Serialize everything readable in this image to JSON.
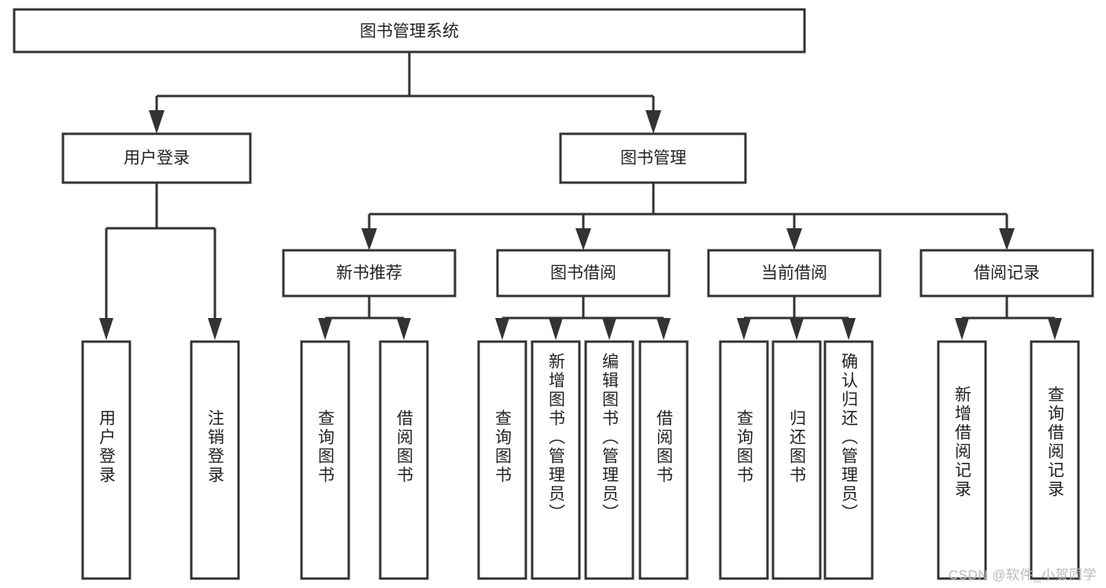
{
  "diagram": {
    "title": "图书管理系统",
    "type": "tree-hierarchy-chart",
    "watermark": "CSDN @软件_小贺同学",
    "colors": {
      "stroke": "#333333",
      "fill": "#ffffff",
      "text": "#222222",
      "watermark": "#b9b9b9"
    },
    "levels": {
      "root": {
        "label": "图书管理系统"
      },
      "level2": [
        {
          "label": "用户登录"
        },
        {
          "label": "图书管理"
        }
      ],
      "level3": [
        {
          "label": "新书推荐"
        },
        {
          "label": "图书借阅"
        },
        {
          "label": "当前借阅"
        },
        {
          "label": "借阅记录"
        }
      ]
    },
    "leaves": {
      "user_login": [
        {
          "label": "用户登录"
        },
        {
          "label": "注销登录"
        }
      ],
      "new_book_recommend": [
        {
          "label": "查询图书"
        },
        {
          "label": "借阅图书"
        }
      ],
      "book_borrow": [
        {
          "label": "查询图书"
        },
        {
          "label": "新增图书（管理员）"
        },
        {
          "label": "编辑图书（管理员）"
        },
        {
          "label": "借阅图书"
        }
      ],
      "current_borrow": [
        {
          "label": "查询图书"
        },
        {
          "label": "归还图书"
        },
        {
          "label": "确认归还（管理员）"
        }
      ],
      "borrow_record": [
        {
          "label": "新增借阅记录"
        },
        {
          "label": "查询借阅记录"
        }
      ]
    }
  }
}
